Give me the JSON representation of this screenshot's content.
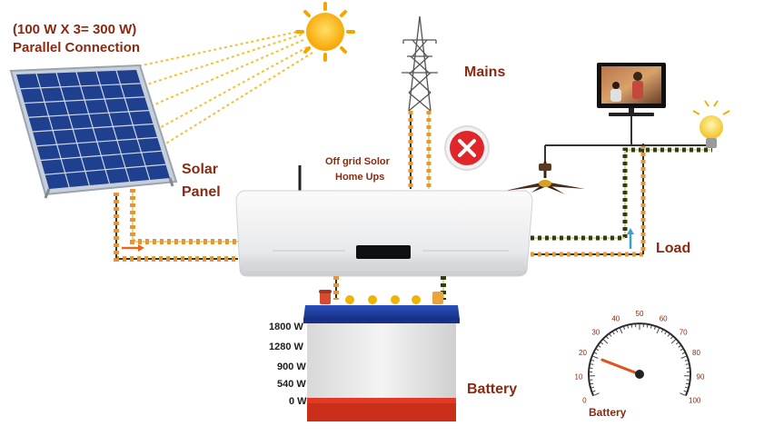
{
  "labels": {
    "parallel_line1": "(100 W X 3= 300 W)",
    "parallel_line2": "Parallel Connection",
    "solar_line1": "Solar",
    "solar_line2": "Panel",
    "mains": "Mains",
    "ups_line1": "Off grid Solor",
    "ups_line2": "Home Ups",
    "load": "Load",
    "battery": "Battery",
    "gauge_label": "Battery"
  },
  "battery_scale": [
    "1800 W",
    "1280 W",
    "900 W",
    "540 W",
    "0 W"
  ],
  "gauge": {
    "ticks": [
      "0",
      "10",
      "20",
      "30",
      "40",
      "50",
      "60",
      "70",
      "80",
      "90",
      "100"
    ],
    "needle_value": 20
  },
  "colors": {
    "label_brown": "#8a2a12",
    "wire_orange": "#e8953a",
    "wire_green": "#2f3d1a",
    "battery_red": "#e23a22",
    "battery_blue": "#1f3fa8",
    "disconnect_red": "#e0262b"
  },
  "icons": {
    "sun": "sun-icon",
    "disconnect": "close-icon",
    "bulb": "light-bulb-icon",
    "fan": "ceiling-fan-icon",
    "tv": "television-icon",
    "tower": "power-tower-icon"
  }
}
